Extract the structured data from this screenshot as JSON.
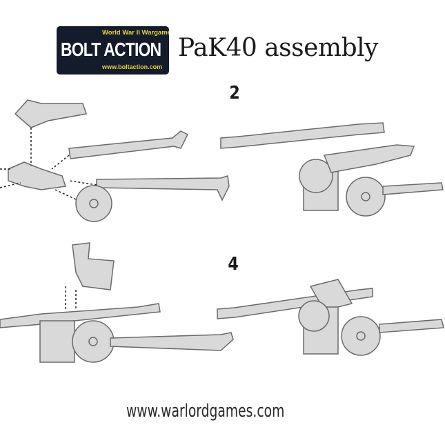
{
  "logo": {
    "brand": "BOLT ACTION",
    "tagline": "World War II Wargame",
    "url": "www.boltaction.com"
  },
  "title": "PaK40 assembly",
  "steps": [
    {
      "number": "2"
    },
    {
      "number": "4"
    }
  ],
  "footer": {
    "url": "www.warlordgames.com"
  },
  "colors": {
    "logo_bg": "#141c2b",
    "logo_accent": "#e8d23a",
    "part_fill": "#d9d9d9",
    "part_stroke": "#6a6a6a"
  }
}
